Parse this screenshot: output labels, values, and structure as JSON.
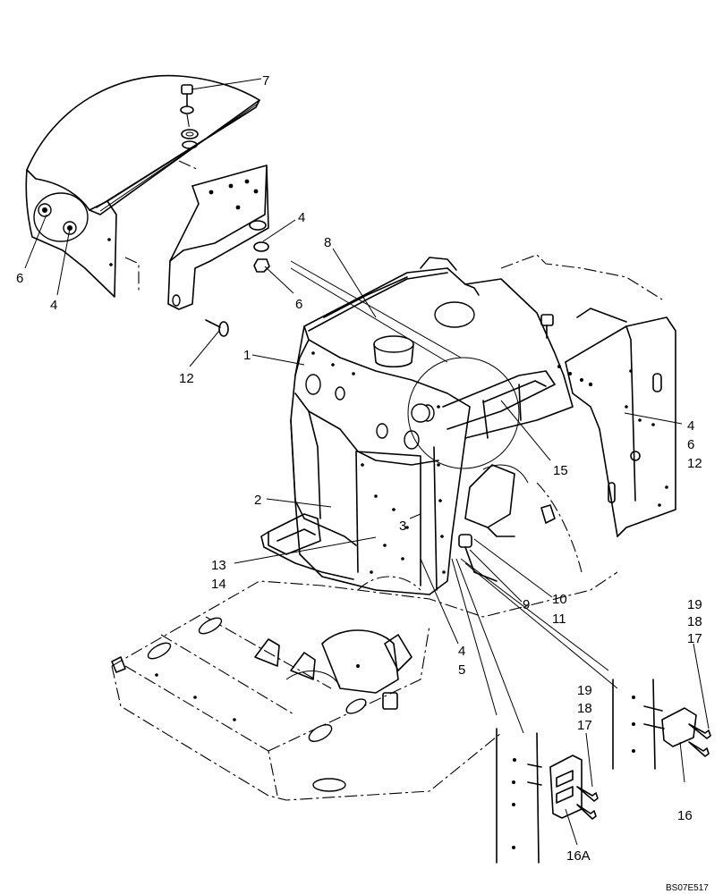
{
  "drawing_code": "BS07E517",
  "callouts": {
    "c7": "7",
    "c6a": "6",
    "c4a": "4",
    "c4b": "4",
    "c6b": "6",
    "c8": "8",
    "c12a": "12",
    "c1": "1",
    "c4c": "4",
    "c6c": "6",
    "c12b": "12",
    "c15": "15",
    "c2": "2",
    "c3": "3",
    "c13": "13",
    "c14": "14",
    "c10": "10",
    "c9": "9",
    "c11": "11",
    "c4d": "4",
    "c5": "5",
    "c19a": "19",
    "c18a": "18",
    "c17a": "17",
    "c19b": "19",
    "c18b": "18",
    "c17b": "17",
    "c16": "16",
    "c16a": "16A"
  }
}
